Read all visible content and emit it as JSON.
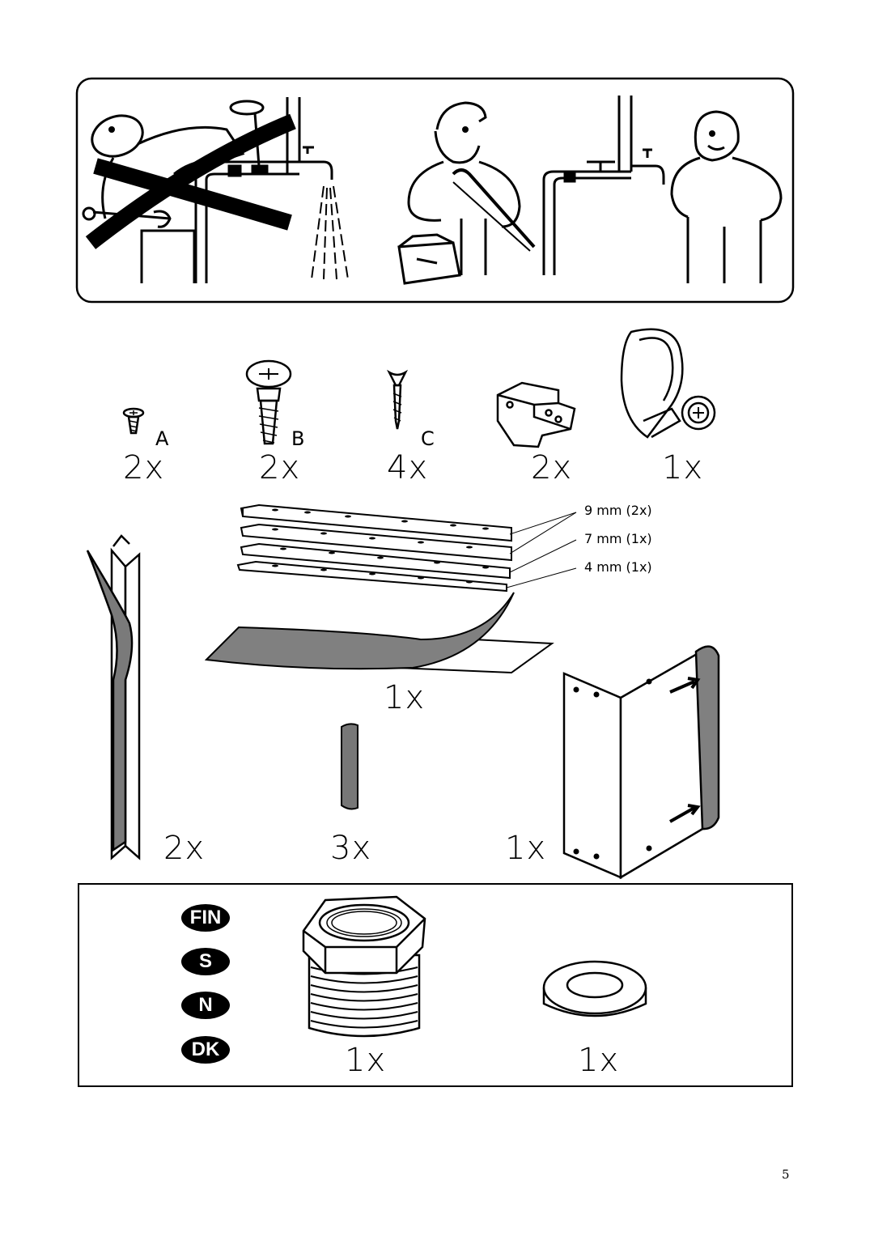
{
  "scene": {
    "warning_panel": "warning-illustration",
    "plumber_panel": "plumber-illustration"
  },
  "hardware": [
    {
      "letter": "A",
      "qty": "2x",
      "icon": "small-screw-icon"
    },
    {
      "letter": "B",
      "qty": "2x",
      "icon": "large-screw-icon"
    },
    {
      "letter": "C",
      "qty": "4x",
      "icon": "long-screw-icon"
    },
    {
      "letter": "",
      "qty": "2x",
      "icon": "bracket-icon"
    },
    {
      "letter": "",
      "qty": "1x",
      "icon": "hose-clamp-icon"
    }
  ],
  "spacers": {
    "labels": [
      "9 mm (2x)",
      "7 mm (1x)",
      "4 mm (1x)"
    ]
  },
  "parts": {
    "sheet_qty": "1x",
    "corner_strip_qty": "2x",
    "tube_qty": "3x",
    "panel_qty": "1x"
  },
  "regional": {
    "badges": [
      "FIN",
      "S",
      "N",
      "DK"
    ],
    "adapter_qty": "1x",
    "washer_qty": "1x"
  },
  "page_number": "5"
}
